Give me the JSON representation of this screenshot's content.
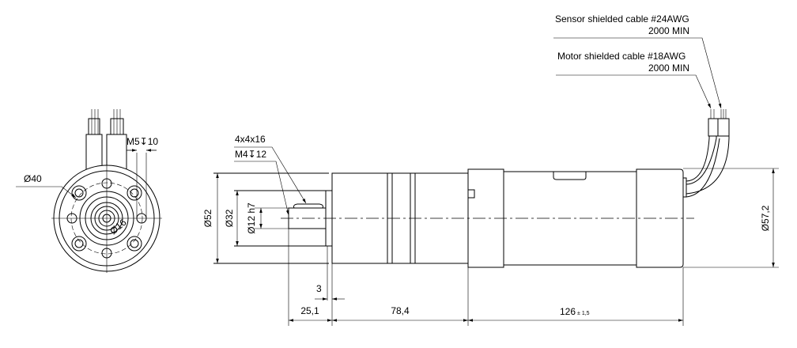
{
  "labels": {
    "sensor_cable": "Sensor shielded cable #24AWG",
    "sensor_min": "2000 MIN",
    "motor_cable": "Motor shielded cable #18AWG",
    "motor_min": "2000 MIN",
    "key": "4x4x16",
    "tap": "M4↧12",
    "m5": "M5↧10"
  },
  "dimensions": {
    "d40": "Ø40",
    "d52": "Ø52",
    "d32": "Ø32",
    "d12": "Ø12 h7",
    "d57": "Ø57,2",
    "d3": "3",
    "len1": "25,1",
    "len2": "78,4",
    "len3": "126",
    "len3_tol": "± 1,5",
    "front_small": "Ø16"
  }
}
